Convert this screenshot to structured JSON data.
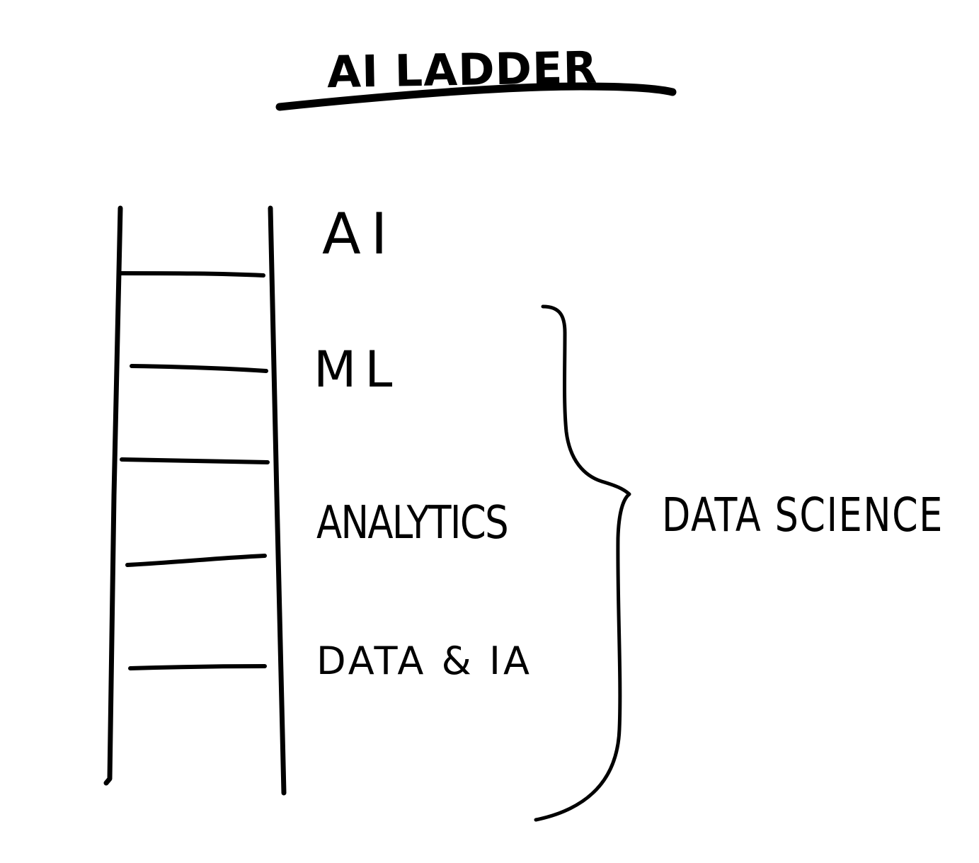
{
  "title": "AI LADDER",
  "rungs": [
    {
      "label": "AI"
    },
    {
      "label": "ML"
    },
    {
      "label": "ANALYTICS"
    },
    {
      "label": "DATA & IA"
    }
  ],
  "brace_label": "DATA SCIENCE",
  "colors": {
    "ink": "#000000",
    "background": "#ffffff"
  }
}
